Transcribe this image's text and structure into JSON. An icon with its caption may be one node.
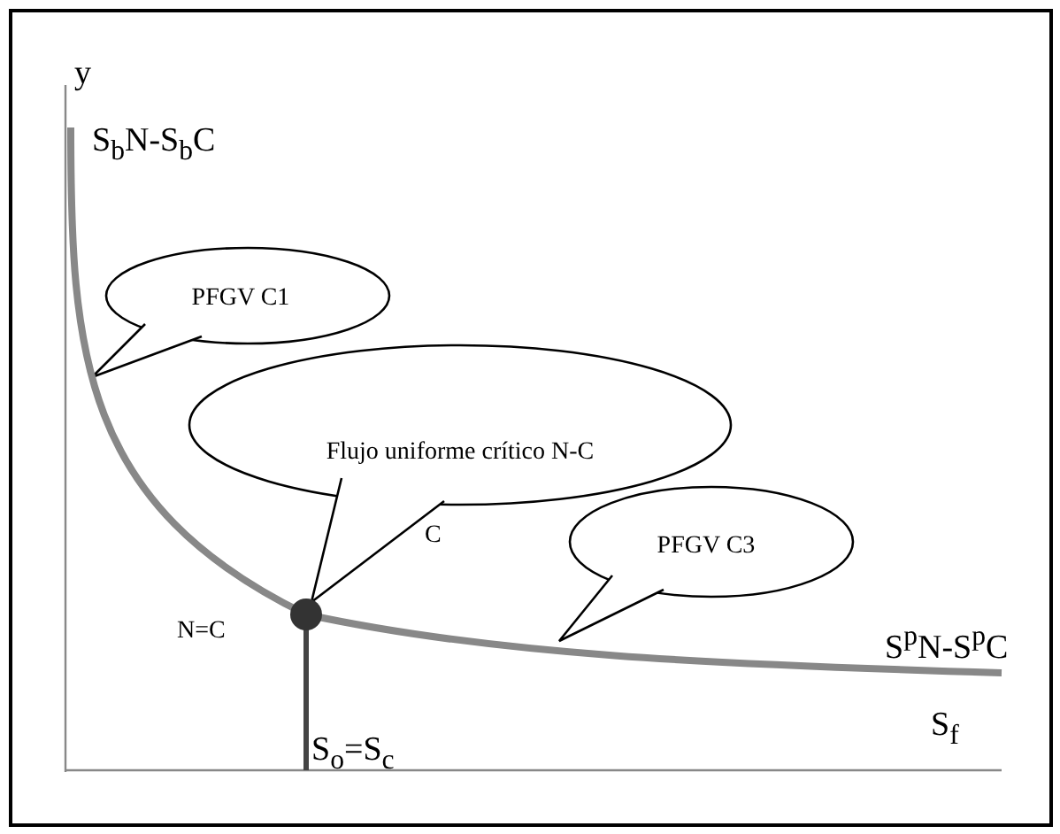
{
  "diagram": {
    "nodes": [
      {
        "text": [
          "PFGV C1"
        ]
      },
      {
        "text": [
          "Flujo uniforme crítico N-C"
        ]
      },
      {
        "text": [
          "PFGV C3"
        ]
      },
      {
        "text": [],
        "shape": "circle"
      }
    ],
    "labels": [
      "y",
      "S$_{b}$N-S$_{b}$C",
      "C",
      "N=C",
      "S$^{p}$N-S$^{p}$C",
      "S$_{f}$",
      "S$_{o}$=S$_{c}$"
    ]
  }
}
